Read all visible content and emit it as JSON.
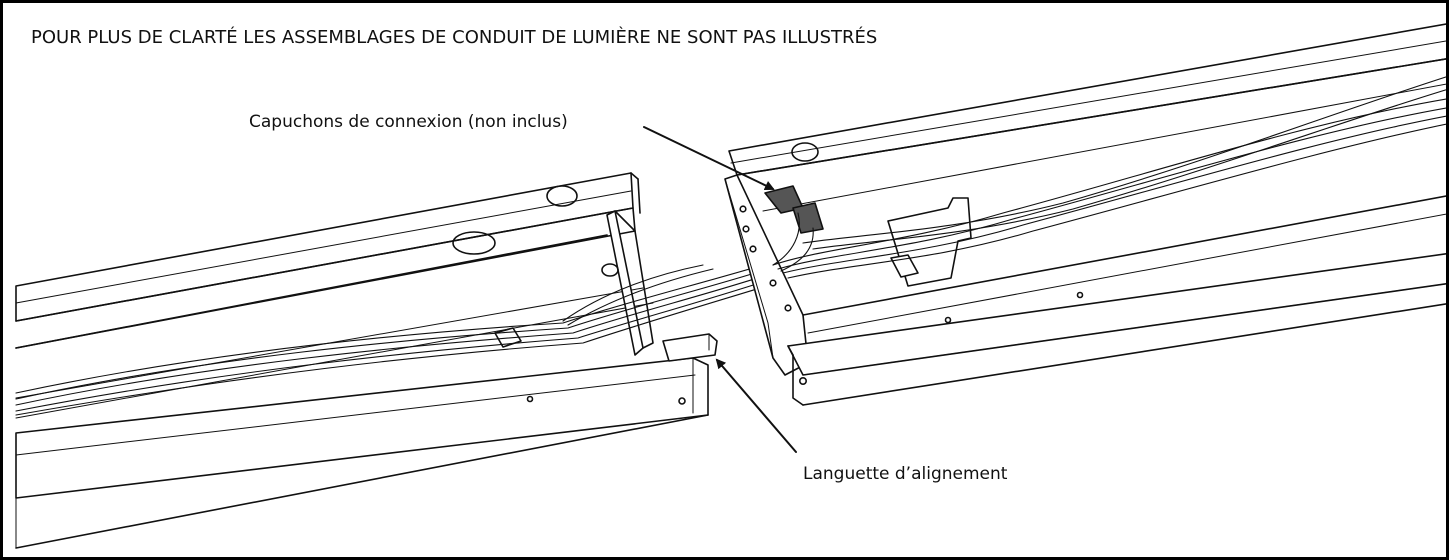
{
  "diagram": {
    "note": "POUR PLUS DE CLARTÉ LES ASSEMBLAGES DE CONDUIT DE LUMIÈRE NE SONT PAS ILLUSTRÉS",
    "callouts": {
      "connector_caps": "Capuchons de connexion (non inclus)",
      "alignment_tab": "Languette d’alignement"
    },
    "colors": {
      "line": "#111111",
      "frame": "#000000",
      "background": "#ffffff"
    }
  }
}
